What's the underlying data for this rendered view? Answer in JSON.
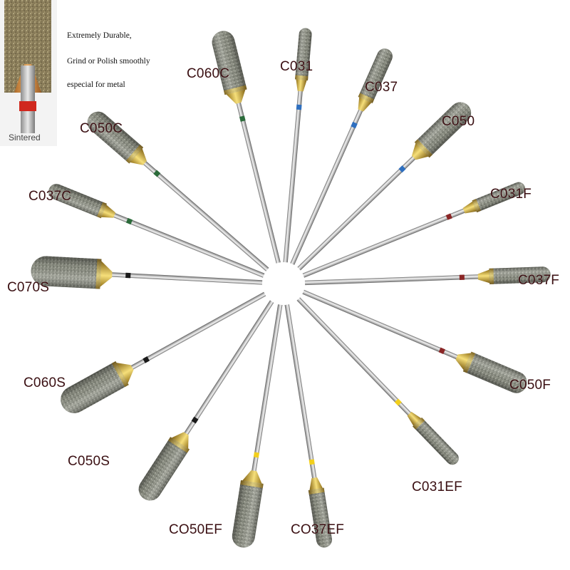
{
  "inset": {
    "caption": "Sintered",
    "band_color": "#d0281e"
  },
  "features": [
    "Extremely Durable,",
    "Grind or Polish smoothly",
    "especial for metal"
  ],
  "burs": [
    {
      "id": "C031",
      "label": "C031",
      "band_color": "#2e6fbf"
    },
    {
      "id": "C037",
      "label": "C037",
      "band_color": "#2e6fbf"
    },
    {
      "id": "C050",
      "label": "C050",
      "band_color": "#2e6fbf"
    },
    {
      "id": "C031F",
      "label": "C031F",
      "band_color": "#8a2626"
    },
    {
      "id": "C037F",
      "label": "C037F",
      "band_color": "#8a2626"
    },
    {
      "id": "C050F",
      "label": "C050F",
      "band_color": "#8a2626"
    },
    {
      "id": "C031EF",
      "label": "C031EF",
      "band_color": "#f2cf1c"
    },
    {
      "id": "CO37EF",
      "label": "CO37EF",
      "band_color": "#f2cf1c"
    },
    {
      "id": "CO50EF",
      "label": "CO50EF",
      "band_color": "#f2cf1c"
    },
    {
      "id": "C050S",
      "label": "C050S",
      "band_color": "#1a1a1a"
    },
    {
      "id": "C060S",
      "label": "C060S",
      "band_color": "#1a1a1a"
    },
    {
      "id": "C070S",
      "label": "C070S",
      "band_color": "#1a1a1a"
    },
    {
      "id": "C037C",
      "label": "C037C",
      "band_color": "#2b6b3a"
    },
    {
      "id": "C050C",
      "label": "C050C",
      "band_color": "#2b6b3a"
    },
    {
      "id": "C060C",
      "label": "C060C",
      "band_color": "#2b6b3a"
    }
  ]
}
